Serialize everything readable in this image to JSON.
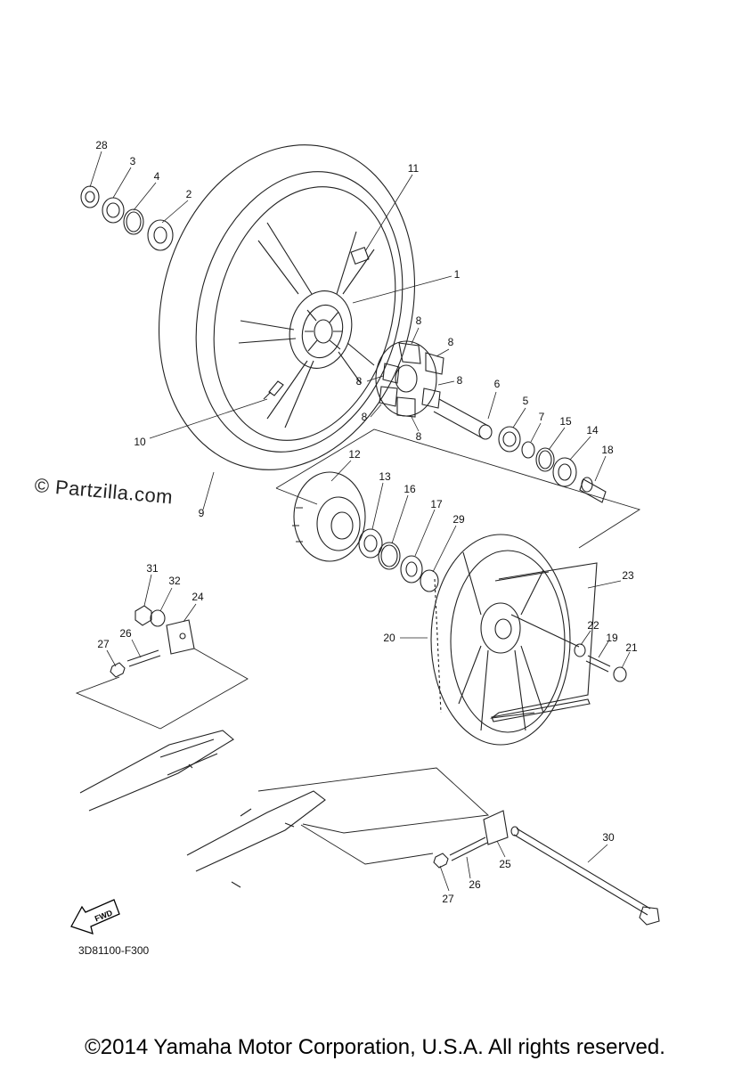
{
  "watermark": "© Partzilla.com",
  "diagram_code": "3D81100-F300",
  "copyright": "©2014 Yamaha Motor Corporation, U.S.A. All rights reserved.",
  "fwd_label": "FWD",
  "callouts": [
    {
      "id": "c28",
      "text": "28"
    },
    {
      "id": "c3",
      "text": "3"
    },
    {
      "id": "c4",
      "text": "4"
    },
    {
      "id": "c2",
      "text": "2"
    },
    {
      "id": "c11",
      "text": "11"
    },
    {
      "id": "c1",
      "text": "1"
    },
    {
      "id": "c8a",
      "text": "8"
    },
    {
      "id": "c8b",
      "text": "8"
    },
    {
      "id": "c8c",
      "text": "8"
    },
    {
      "id": "c8d",
      "text": "8"
    },
    {
      "id": "c8e",
      "text": "8"
    },
    {
      "id": "c8f",
      "text": "8"
    },
    {
      "id": "c6",
      "text": "6"
    },
    {
      "id": "c5",
      "text": "5"
    },
    {
      "id": "c7",
      "text": "7"
    },
    {
      "id": "c15",
      "text": "15"
    },
    {
      "id": "c14",
      "text": "14"
    },
    {
      "id": "c18",
      "text": "18"
    },
    {
      "id": "c10",
      "text": "10"
    },
    {
      "id": "c9",
      "text": "9"
    },
    {
      "id": "c12",
      "text": "12"
    },
    {
      "id": "c13",
      "text": "13"
    },
    {
      "id": "c16",
      "text": "16"
    },
    {
      "id": "c17",
      "text": "17"
    },
    {
      "id": "c29",
      "text": "29"
    },
    {
      "id": "c23",
      "text": "23"
    },
    {
      "id": "c31",
      "text": "31"
    },
    {
      "id": "c32",
      "text": "32"
    },
    {
      "id": "c24",
      "text": "24"
    },
    {
      "id": "c26a",
      "text": "26"
    },
    {
      "id": "c27a",
      "text": "27"
    },
    {
      "id": "c20",
      "text": "20"
    },
    {
      "id": "c22",
      "text": "22"
    },
    {
      "id": "c19",
      "text": "19"
    },
    {
      "id": "c21",
      "text": "21"
    },
    {
      "id": "c30",
      "text": "30"
    },
    {
      "id": "c25",
      "text": "25"
    },
    {
      "id": "c26b",
      "text": "26"
    },
    {
      "id": "c27b",
      "text": "27"
    }
  ]
}
